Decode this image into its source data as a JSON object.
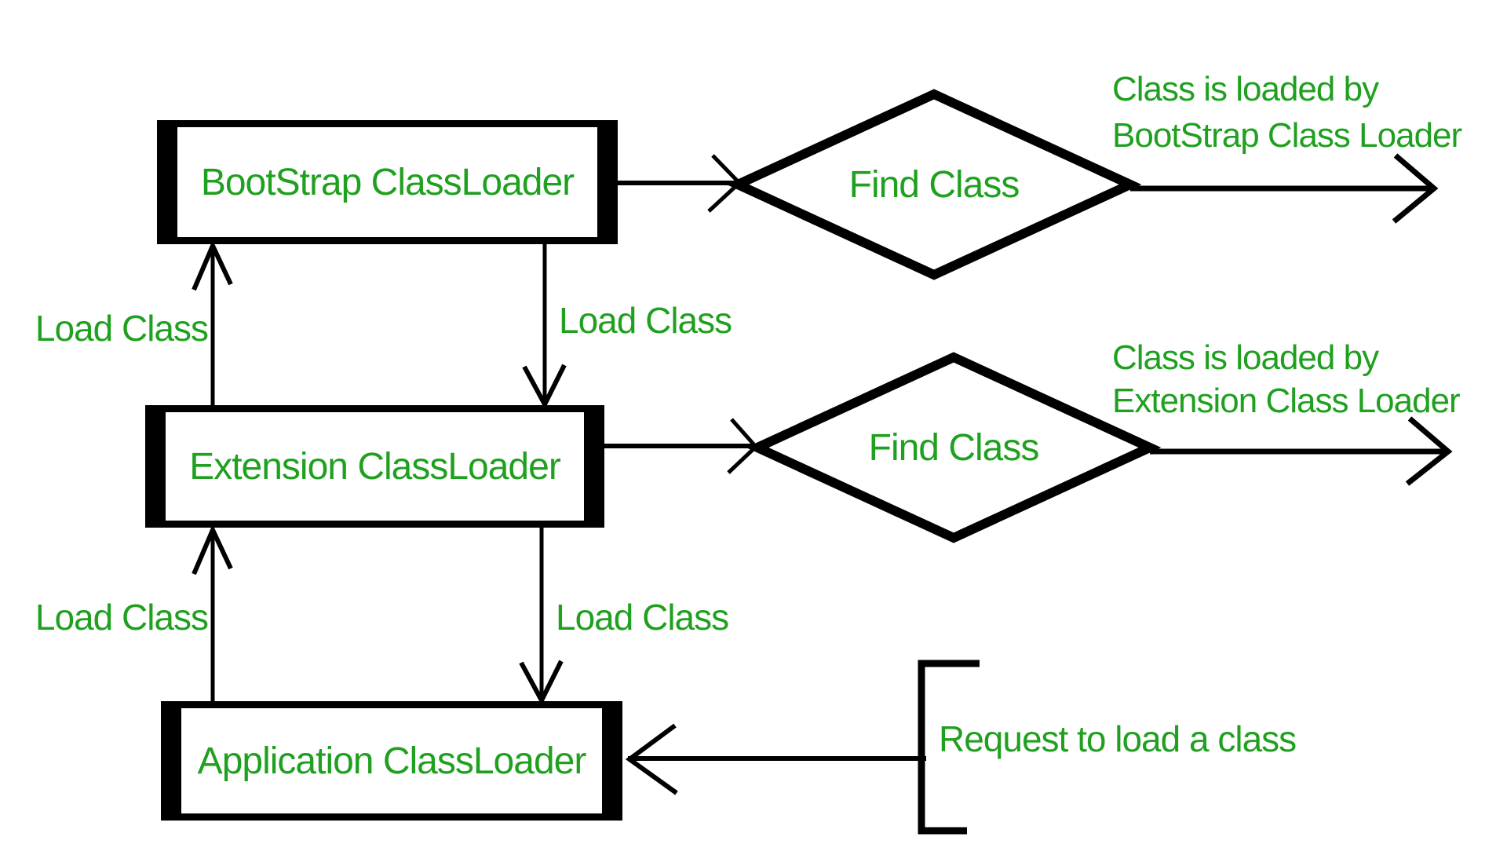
{
  "colors": {
    "text_green": "#1FA01F",
    "line_black": "#000000",
    "background": "#ffffff"
  },
  "boxes": [
    {
      "id": "bootstrap",
      "label": "BootStrap ClassLoader"
    },
    {
      "id": "extension",
      "label": "Extension ClassLoader"
    },
    {
      "id": "application",
      "label": "Application ClassLoader"
    }
  ],
  "diamonds": [
    {
      "id": "find-class-1",
      "label": "Find Class"
    },
    {
      "id": "find-class-2",
      "label": "Find Class"
    }
  ],
  "edge_labels": [
    {
      "id": "load-class-up-top",
      "label": "Load Class"
    },
    {
      "id": "load-class-down-top",
      "label": "Load Class"
    },
    {
      "id": "load-class-up-bottom",
      "label": "Load Class"
    },
    {
      "id": "load-class-down-bottom",
      "label": "Load Class"
    }
  ],
  "annotations": {
    "bootstrap_result": [
      "Class is loaded by",
      "BootStrap Class Loader"
    ],
    "extension_result": [
      "Class is loaded by",
      "Extension Class Loader"
    ],
    "request": "Request to load a class"
  }
}
